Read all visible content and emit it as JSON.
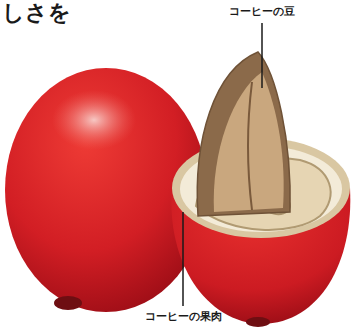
{
  "diagram": {
    "labels": [
      "しさを",
      "コーヒーの豆",
      "コーヒーの果肉"
    ]
  }
}
